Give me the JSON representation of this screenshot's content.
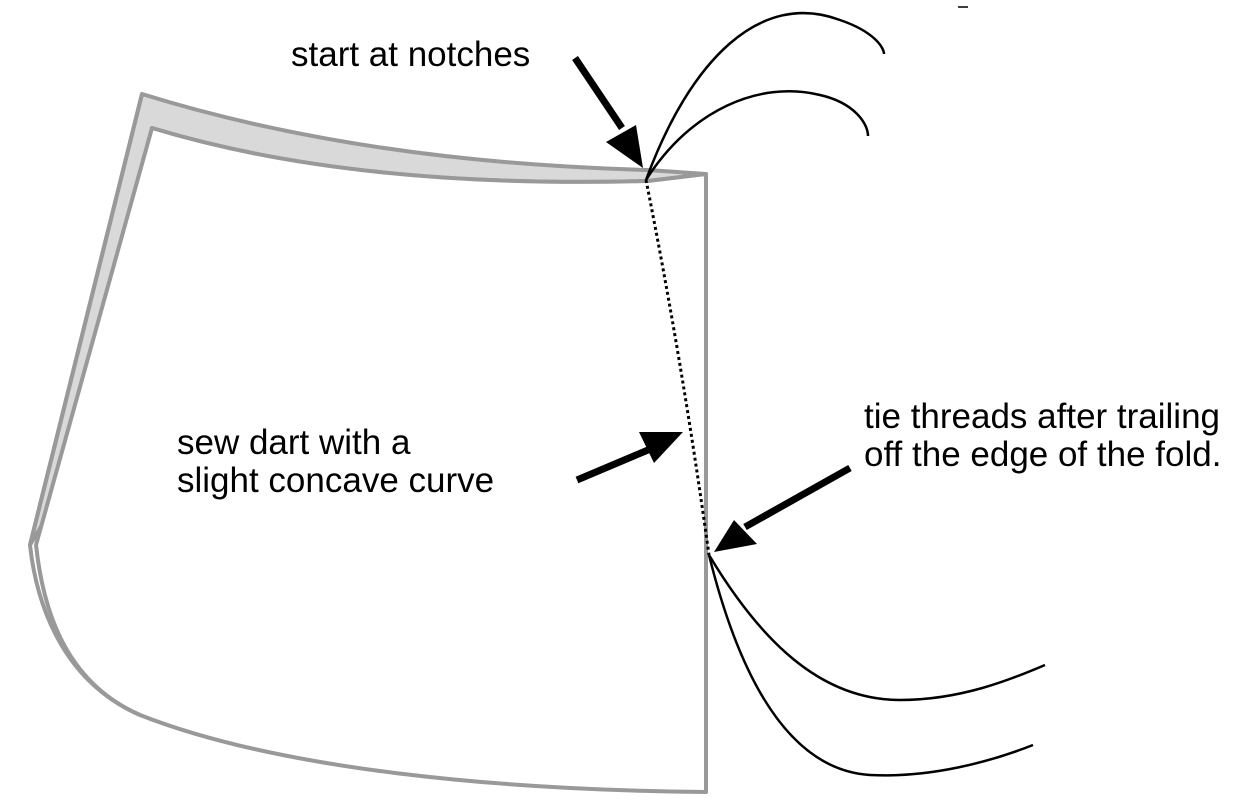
{
  "labels": {
    "start": "start at notches",
    "sew_line1": "sew dart with a",
    "sew_line2": "slight concave curve",
    "tie_line1": "tie threads after trailing",
    "tie_line2": "off the edge of the fold."
  },
  "colors": {
    "fabric_outline": "#999999",
    "fabric_fill": "#ffffff",
    "seam_allowance_fill": "#d9d9d9",
    "thread": "#000000",
    "arrow": "#000000",
    "text": "#000000"
  }
}
